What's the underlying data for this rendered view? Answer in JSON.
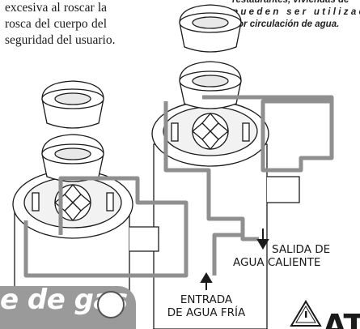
{
  "left_paragraph": {
    "lines": [
      "excesiva al roscar la",
      "rosca del cuerpo del",
      "seguridad del usuario."
    ]
  },
  "right_paragraph": {
    "lines": [
      "restaurantes, viviendas de",
      "pueden ser utilizac",
      "por circulación de agua."
    ]
  },
  "diagram_labels": {
    "salida": [
      "SALIDA DE",
      "AGUA CALIENTE"
    ],
    "entrada": [
      "ENTRADA",
      "DE AGUA FRÍA"
    ]
  },
  "gas_banner": {
    "text": "e de gas"
  },
  "warning": {
    "text": "AT"
  },
  "colors": {
    "pipe": "#8f8f8f",
    "banner": "#9a9a9a",
    "ink": "#1a1a1a"
  },
  "icons": [
    "down-arrow-icon",
    "up-arrow-icon",
    "gas-flame-icon",
    "warning-triangle-icon"
  ]
}
